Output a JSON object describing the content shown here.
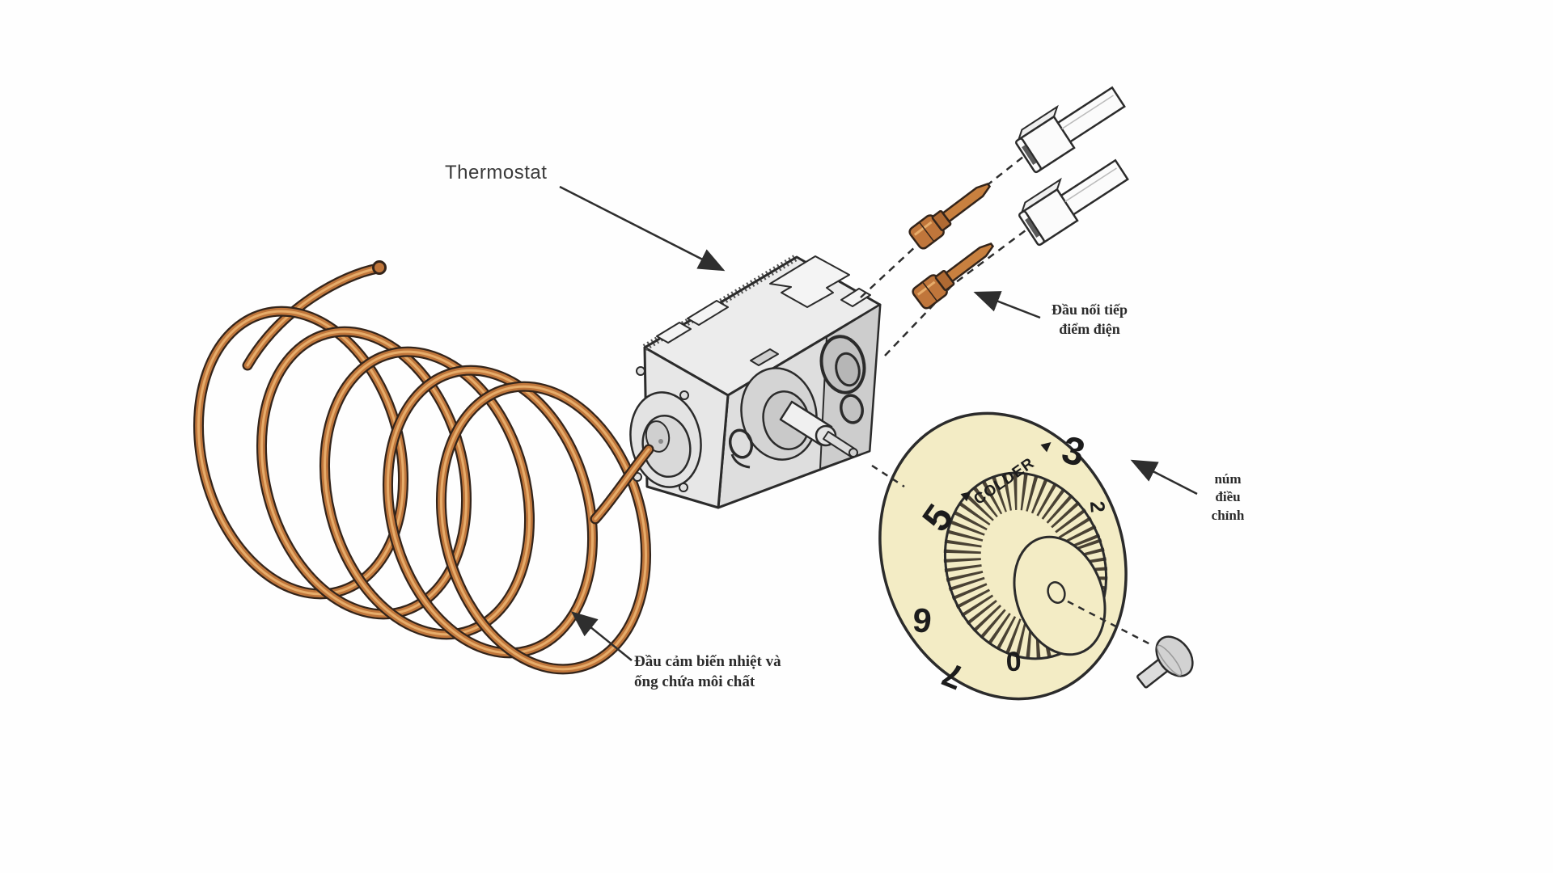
{
  "illustration": {
    "title_label": "Thermostat",
    "callouts": {
      "terminal_line1": "Đầu nối tiếp",
      "terminal_line2": "điểm điện",
      "knob_line1": "núm",
      "knob_line2": "điều",
      "knob_line3": "chỉnh",
      "sensor_line1": "Đầu cảm biến nhiệt và",
      "sensor_line2": "ống chứa môi chất"
    },
    "dial": {
      "colder": "COLDER",
      "arrow": "►",
      "n5": "5",
      "n3": "3",
      "n2": "2",
      "n6": "6",
      "n7": "7",
      "n0": "0"
    },
    "colors": {
      "copper": "#C0763B",
      "copper_highlight": "#E6AC6A",
      "dial_cream": "#F3ECC5",
      "metal_light": "#ECECEC",
      "metal_mid": "#DEDEDE",
      "metal_dark": "#CDCDCD",
      "outline": "#2B2B2B",
      "screw_gray": "#D2D2D2"
    }
  }
}
